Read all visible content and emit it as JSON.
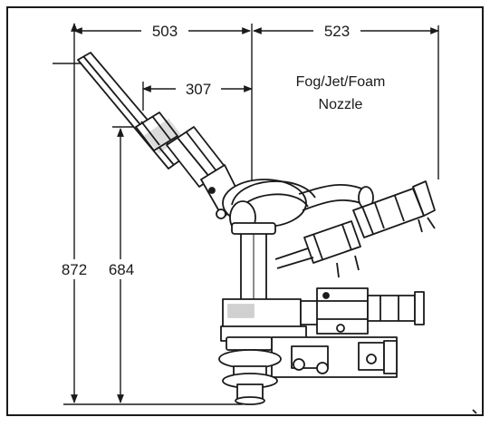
{
  "dimensions": {
    "left_reach": "503",
    "right_reach": "523",
    "inner_reach": "307",
    "overall_height": "872",
    "pivot_height": "684"
  },
  "nozzle_label": {
    "line1": "Fog/Jet/Foam",
    "line2": "Nozzle"
  },
  "colors": {
    "ink": "#1a1a1a",
    "paper": "#ffffff"
  }
}
